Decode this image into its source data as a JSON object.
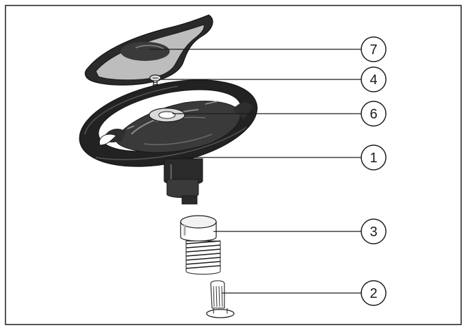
{
  "callouts": [
    {
      "id": "part-7",
      "label": "7"
    },
    {
      "id": "part-4",
      "label": "4"
    },
    {
      "id": "part-6",
      "label": "6"
    },
    {
      "id": "part-1",
      "label": "1"
    },
    {
      "id": "part-3",
      "label": "3"
    },
    {
      "id": "part-2",
      "label": "2"
    }
  ],
  "colors": {
    "ink": "#1a1a1a",
    "dark_part": "#222222",
    "mid_part": "#555555",
    "light_part": "#cfcfcf",
    "paper": "#ffffff"
  }
}
